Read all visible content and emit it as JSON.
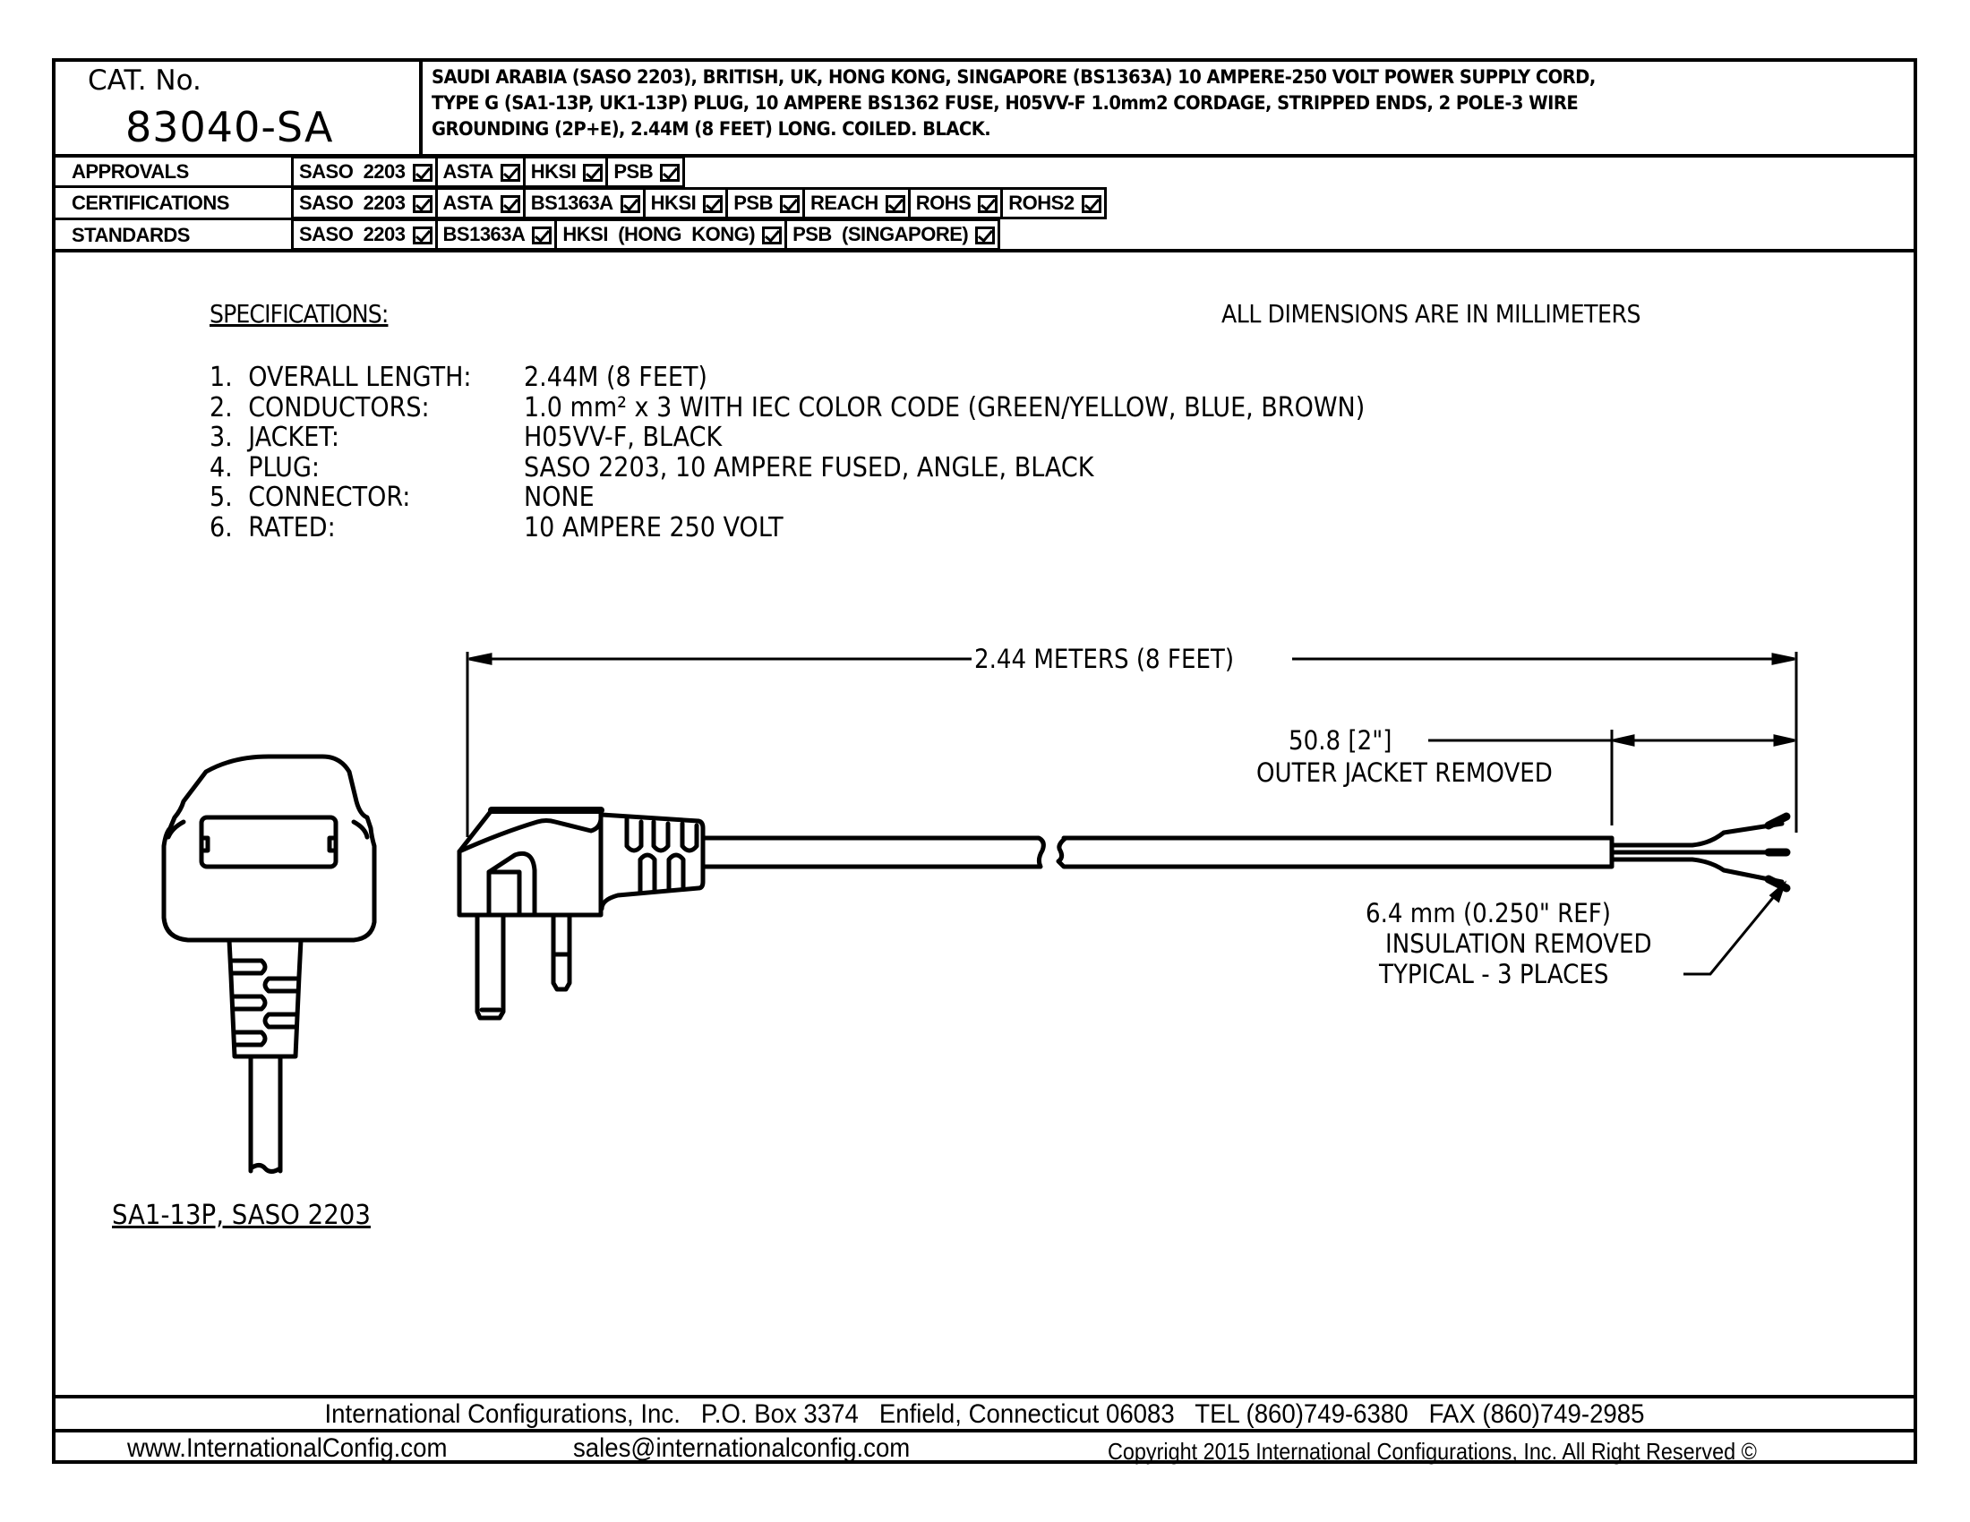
{
  "header": {
    "cat_label": "CAT. No.",
    "cat_number": "83040-SA",
    "description_lines": [
      "SAUDI ARABIA (SASO 2203), BRITISH, UK, HONG KONG, SINGAPORE (BS1363A) 10 AMPERE-250 VOLT POWER SUPPLY CORD,",
      "TYPE G (SA1-13P, UK1-13P) PLUG, 10 AMPERE BS1362 FUSE, H05VV-F 1.0mm2 CORDAGE, STRIPPED ENDS, 2 POLE-3 WIRE",
      "GROUNDING (2P+E), 2.44M (8 FEET) LONG. COILED. BLACK."
    ]
  },
  "compliance": {
    "rows": [
      {
        "label": "APPROVALS",
        "items": [
          {
            "name": "SASO  2203",
            "checked": true
          },
          {
            "name": "ASTA",
            "checked": true
          },
          {
            "name": "HKSI",
            "checked": true
          },
          {
            "name": "PSB",
            "checked": true
          }
        ]
      },
      {
        "label": "CERTIFICATIONS",
        "items": [
          {
            "name": "SASO  2203",
            "checked": true
          },
          {
            "name": "ASTA",
            "checked": true
          },
          {
            "name": "BS1363A",
            "checked": true
          },
          {
            "name": "HKSI",
            "checked": true
          },
          {
            "name": "PSB",
            "checked": true
          },
          {
            "name": "REACH",
            "checked": true
          },
          {
            "name": "ROHS",
            "checked": true
          },
          {
            "name": "ROHS2",
            "checked": true
          }
        ]
      },
      {
        "label": "STANDARDS",
        "items": [
          {
            "name": "SASO  2203",
            "checked": true
          },
          {
            "name": "BS1363A",
            "checked": true
          },
          {
            "name": "HKSI  (HONG  KONG)",
            "checked": true
          },
          {
            "name": "PSB  (SINGAPORE)",
            "checked": true
          }
        ]
      }
    ]
  },
  "specifications": {
    "heading": "SPECIFICATIONS:",
    "dimensions_note": "ALL  DIMENSIONS  ARE  IN  MILLIMETERS",
    "items": [
      {
        "num": "1.",
        "label": "OVERALL  LENGTH:",
        "value": "2.44M  (8  FEET)"
      },
      {
        "num": "2.",
        "label": "CONDUCTORS:",
        "value": "1.0  mm²  x  3  WITH  IEC  COLOR  CODE  (GREEN/YELLOW,  BLUE,  BROWN)"
      },
      {
        "num": "3.",
        "label": "JACKET:",
        "value": "H05VV-F,  BLACK"
      },
      {
        "num": "4.",
        "label": "PLUG:",
        "value": "SASO  2203,  10  AMPERE  FUSED,  ANGLE,  BLACK"
      },
      {
        "num": "5.",
        "label": "CONNECTOR:",
        "value": "NONE"
      },
      {
        "num": "6.",
        "label": "RATED:",
        "value": "10  AMPERE  250  VOLT"
      }
    ]
  },
  "drawing": {
    "overall_length": "2.44  METERS  (8  FEET)",
    "jacket_strip_value": "50.8  [2\"]",
    "jacket_strip_label": "OUTER  JACKET  REMOVED",
    "insulation_lines": [
      "6.4  mm  (0.250\"  REF)",
      "INSULATION  REMOVED",
      "TYPICAL  -  3  PLACES"
    ],
    "plug_caption": "SA1-13P,  SASO  2203"
  },
  "footer": {
    "line1": "International Configurations, Inc.   P.O. Box 3374   Enfield, Connecticut 06083   TEL (860)749-6380   FAX (860)749-2985",
    "website": "www.InternationalConfig.com",
    "email": "sales@internationalconfig.com",
    "copyright": "Copyright 2015 International Configurations, Inc. All Right Reserved ©"
  }
}
